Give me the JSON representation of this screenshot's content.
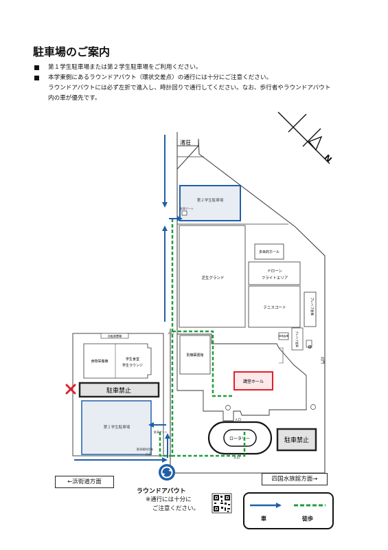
{
  "title": "駐車場のご案内",
  "notes": [
    "第１学生駐車場または第２学生駐車場をご利用ください。",
    "本学東側にあるラウンドアバウト（環状交差点）の通行には十分にご注意ください。"
  ],
  "note_continuation": [
    "ラウンドアバウトには必ず左折で進入し、時計回りで通行してください。なお、歩行者やラウンドアバウト",
    "内の車が優先です。"
  ],
  "map": {
    "compass_letter": "N",
    "labels": {
      "nagisa": "渚荘",
      "parking2": "第２学生駐車場",
      "gate": "駐車ゲート",
      "tamokuteki": "多目的ホール",
      "shibafu": "芝生グランド",
      "drone": "ドローン",
      "drone2": "フライトエリア",
      "tennis": "テニスコート",
      "prefab": "プレハブ倉庫",
      "prefab2": "プレハブ倉庫",
      "small_bldg": "体育倉庫",
      "kitamon": "北門",
      "bekkan": "別棟図書館",
      "kodo": "講堂ホール",
      "rotary": "ロータリー",
      "jitensha": "自転車置場",
      "shokumotsu": "食物栄養棟",
      "cafeteria": "学生食堂",
      "lounge": "学生ラウンジ",
      "no_parking": "駐車禁止",
      "parking1": "第１学生駐車場",
      "gate2": "駐車ゲート",
      "entrance_label": "駐車場利用者",
      "iriguchi": "入口",
      "iriguchi2": "入口",
      "iriguchi3": "入口",
      "iriguchi4": "入口"
    }
  },
  "directions": {
    "left": "←浜街道方面",
    "right": "四国水族館方面→"
  },
  "roundabout": {
    "label": "ラウンドアバウト",
    "note": [
      "※通行には十分に",
      "ご注意ください。"
    ]
  },
  "legend": {
    "car": "車",
    "walk": "徒歩"
  },
  "colors": {
    "car": "#1f5fa8",
    "walk": "#1e9e3a",
    "accent_red": "#e0202a"
  }
}
